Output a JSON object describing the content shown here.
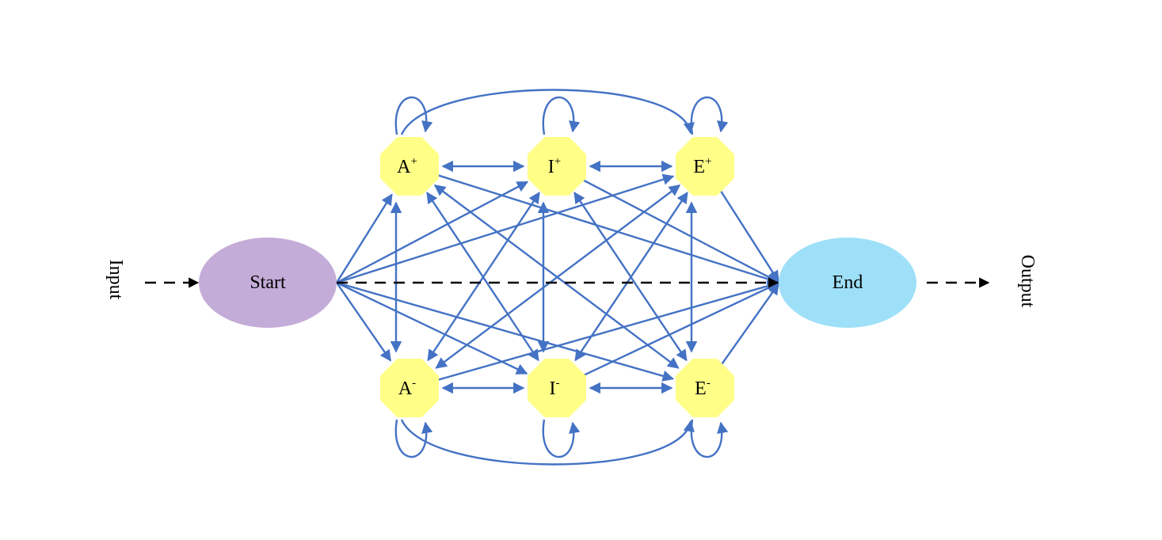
{
  "input_label": "Input",
  "output_label": "Output",
  "colors": {
    "edge": "#4472c4",
    "start_fill": "#c4acd8",
    "end_fill": "#9ee0f8",
    "state_fill": "#ffff88",
    "dashed": "#000000"
  },
  "nodes": {
    "start": {
      "label": "Start"
    },
    "end": {
      "label": "End"
    },
    "a_plus": {
      "base": "A",
      "sup": "+"
    },
    "i_plus": {
      "base": "I",
      "sup": "+"
    },
    "e_plus": {
      "base": "E",
      "sup": "+"
    },
    "a_minus": {
      "base": "A",
      "sup": "-"
    },
    "i_minus": {
      "base": "I",
      "sup": "-"
    },
    "e_minus": {
      "base": "E",
      "sup": "-"
    }
  }
}
